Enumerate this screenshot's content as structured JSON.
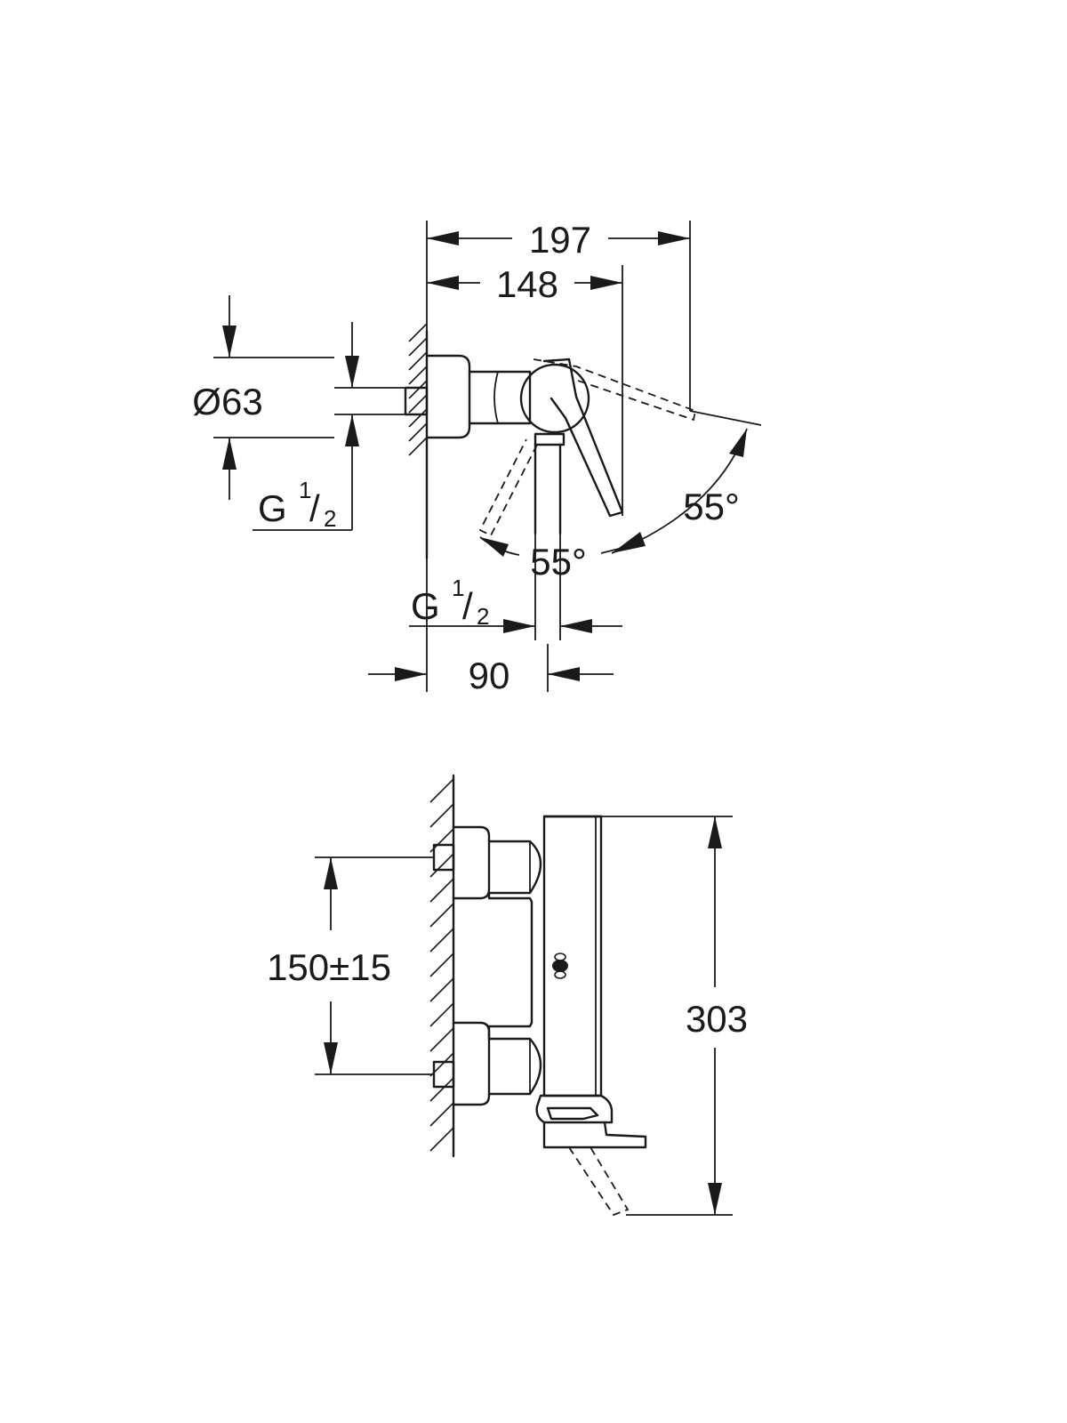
{
  "top_view": {
    "dim_overall_width": "197",
    "dim_body_width": "148",
    "dim_diameter": "Ø63",
    "dim_thread_side": {
      "letter": "G",
      "num": "1",
      "slash": "/",
      "den": "2"
    },
    "dim_thread_bottom": {
      "letter": "G",
      "num": "1",
      "slash": "/",
      "den": "2"
    },
    "dim_projection": "90",
    "angle_right": "55°",
    "angle_bottom": "55°"
  },
  "front_view": {
    "dim_inlet_spacing": "150±15",
    "dim_height": "303"
  },
  "colors": {
    "line": "#1a1a1a",
    "background": "#ffffff"
  }
}
